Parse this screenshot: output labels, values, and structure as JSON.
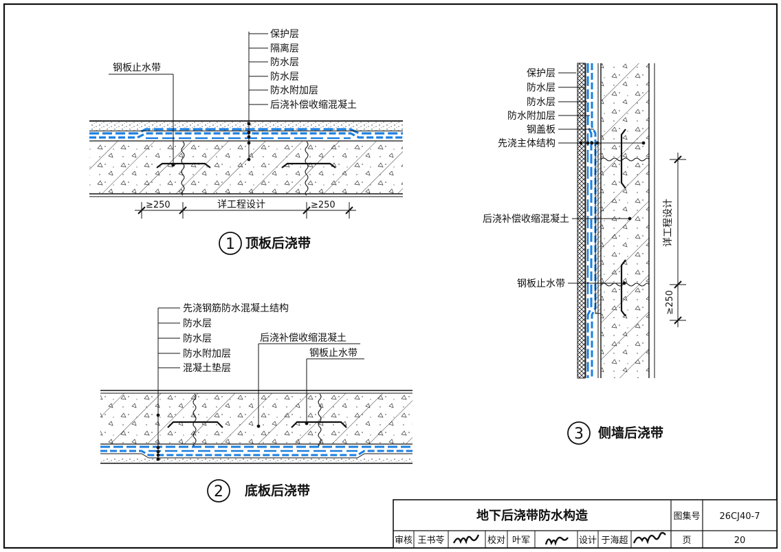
{
  "detail1": {
    "labels": [
      "保护层",
      "隔离层",
      "防水层",
      "防水层",
      "防水附加层",
      "后浇补偿收缩混凝土"
    ],
    "waterstop": "钢板止水带",
    "dim_left": "≥250",
    "dim_mid": "详工程设计",
    "dim_right": "≥250",
    "number": "1",
    "caption": "顶板后浇带"
  },
  "detail2": {
    "labels": [
      "先浇钢筋防水混凝土结构",
      "防水层",
      "防水层",
      "防水附加层",
      "混凝土垫层"
    ],
    "concrete": "后浇补偿收缩混凝土",
    "waterstop": "钢板止水带",
    "number": "2",
    "caption": "底板后浇带"
  },
  "detail3": {
    "labels": [
      "保护层",
      "防水层",
      "防水层",
      "防水附加层",
      "钢盖板",
      "先浇主体结构"
    ],
    "concrete": "后浇补偿收缩混凝土",
    "waterstop": "钢板止水带",
    "dim_upper": "详工程设计",
    "dim_lower": "≥250",
    "number": "3",
    "caption": "侧墙后浇带"
  },
  "title_block": {
    "title": "地下后浇带防水构造",
    "atlas_label": "图集号",
    "atlas_no": "26CJ40-7",
    "review_label": "审核",
    "reviewer": "王书苓",
    "reviewer_sign": "王书苓",
    "check_label": "校对",
    "checker": "叶军",
    "checker_sign": "叶军",
    "design_label": "设计",
    "designer": "于海超",
    "designer_sign": "于海超",
    "page_label": "页",
    "page_no": "20"
  },
  "colors": {
    "line": "#111111",
    "waterproof": "#1a7fe0",
    "paper": "#ffffff"
  }
}
